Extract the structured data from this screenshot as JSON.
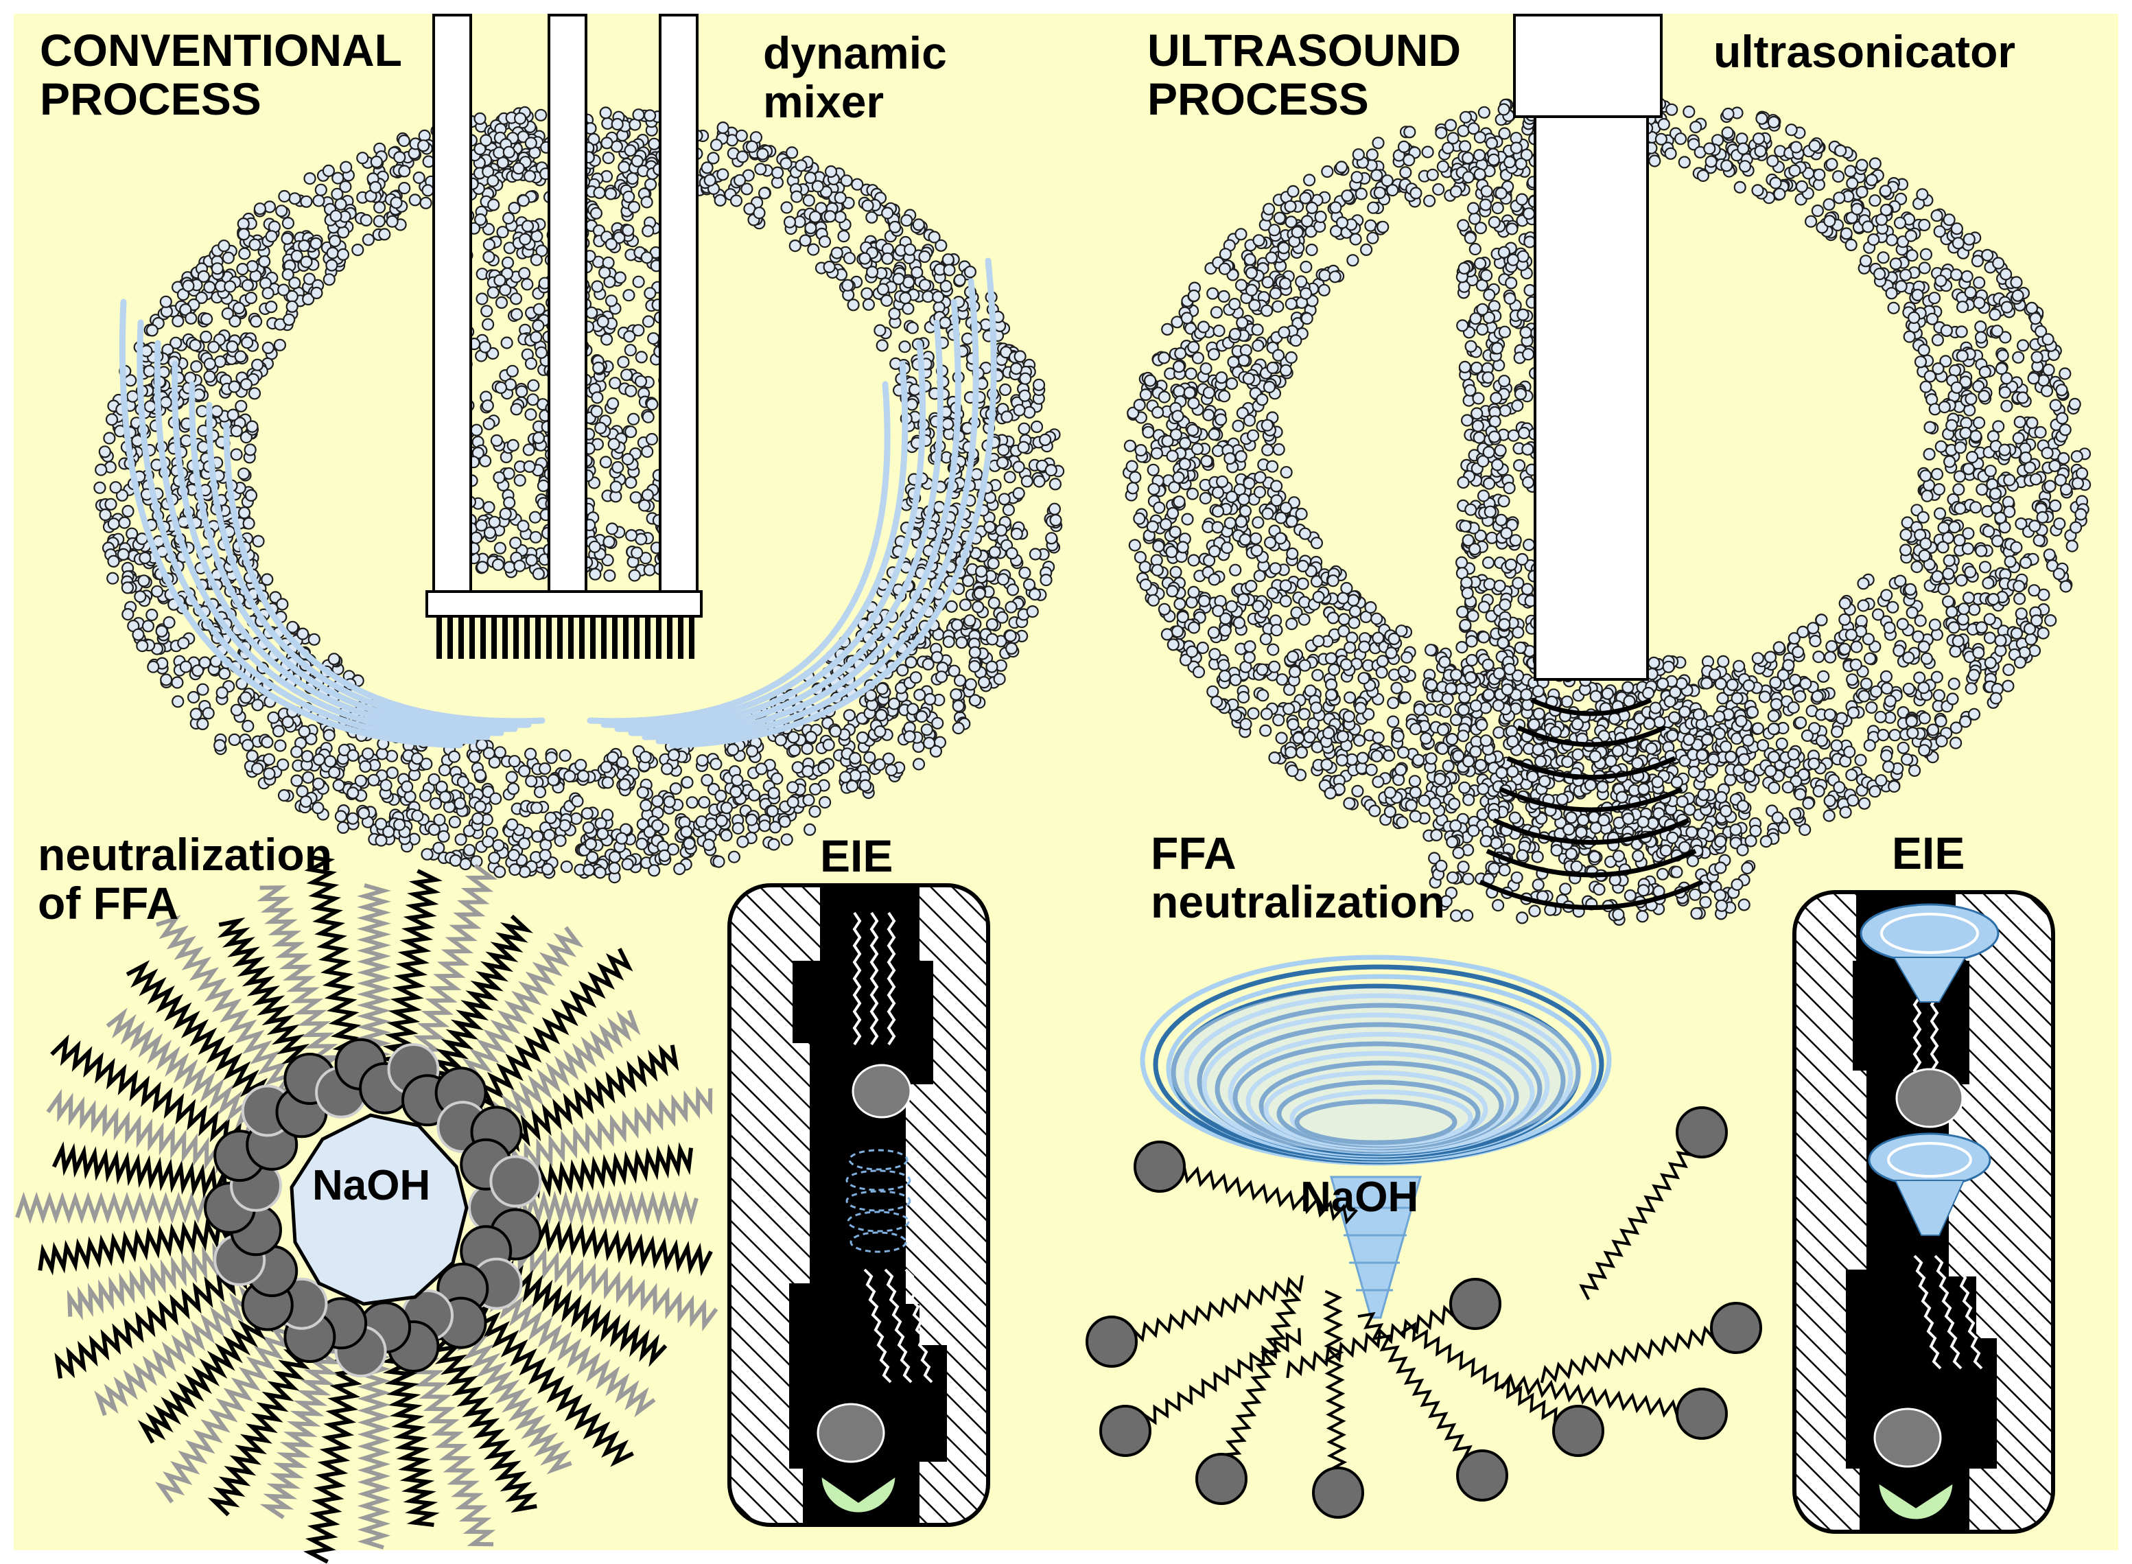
{
  "conventional": {
    "title_line1": "CONVENTIONAL",
    "title_line2": "PROCESS",
    "mixer_line1": "dynamic",
    "mixer_line2": "mixer",
    "neutralization_line1": "neutralization",
    "neutralization_line2": "of FFA",
    "eie_label": "EIE",
    "core_label": "NaOH"
  },
  "ultrasound": {
    "title_line1": "ULTRASOUND",
    "title_line2": "PROCESS",
    "device_label": "ultrasonicator",
    "neutralization_line1": "FFA",
    "neutralization_line2": "neutralization",
    "eie_label": "EIE",
    "core_label": "NaOH"
  },
  "colors": {
    "background": "#fdfdc8",
    "bubble_fill": "#dfe9f3",
    "flow_line": "#b9d4ee",
    "molecule_head": "#6d6d6d",
    "naoh_core": "#dbe9f7",
    "vortex_dark": "#2e6fa8",
    "vortex_light": "#a9d0f0",
    "enzyme_green": "#c5f0b2"
  }
}
